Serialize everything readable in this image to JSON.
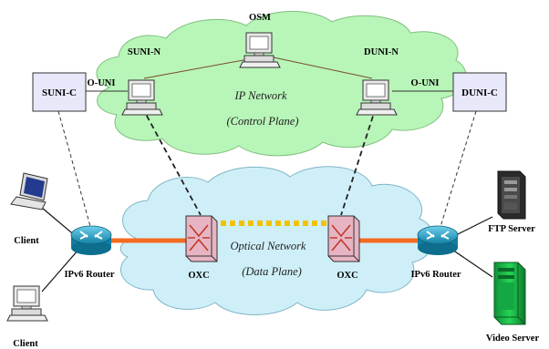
{
  "labels": {
    "osm": "OSM",
    "suni_n": "SUNI-N",
    "duni_n": "DUNI-N",
    "suni_c": "SUNI-C",
    "duni_c": "DUNI-C",
    "o_uni_left": "O-UNI",
    "o_uni_right": "O-UNI",
    "ip_network": "IP Network",
    "control_plane": "(Control Plane)",
    "optical_network": "Optical Network",
    "data_plane": "(Data Plane)",
    "oxc_left": "OXC",
    "oxc_right": "OXC",
    "router_left": "IPv6 Router",
    "router_right": "IPv6 Router",
    "client_top": "Client",
    "client_bottom": "Client",
    "ftp_server": "FTP Server",
    "video_server": "Video Server"
  },
  "colors": {
    "ip_cloud": "#b8f5b8",
    "optical_cloud": "#cfeff8",
    "uni_box": "#e8e8fb",
    "router": "#1fa0c6",
    "oxc": "#e7b4c3",
    "orange_link": "#f46a1f",
    "dotted_link": "#f2c200",
    "ftp_server": "#2a2a2a",
    "video_server": "#19c24a"
  }
}
